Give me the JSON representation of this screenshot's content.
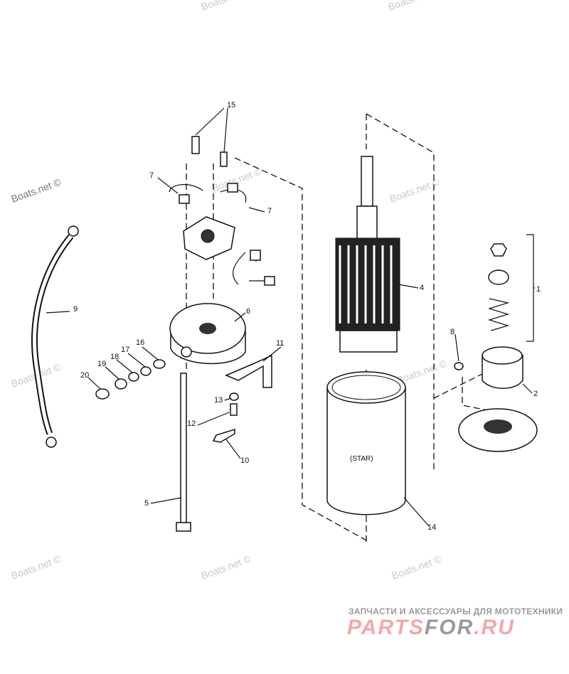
{
  "watermark": "Boats.net ©",
  "callouts": {
    "c1": "1",
    "c2": "2",
    "c4": "4",
    "c5": "5",
    "c6": "6",
    "c7a": "7",
    "c7b": "7",
    "c8": "8",
    "c9": "9",
    "c10": "10",
    "c11": "11",
    "c12": "12",
    "c13": "13",
    "c14": "14",
    "c15": "15",
    "c16": "16",
    "c17": "17",
    "c18": "18",
    "c19": "19",
    "c20": "20"
  },
  "frame_label": "(STAR)",
  "logo": {
    "tagline": "ЗАПЧАСТИ И АКСЕССУАРЫ ДЛЯ МОТОТЕХНИКИ",
    "part1": "PARTS",
    "part2": "FOR",
    "part3": ".RU"
  }
}
